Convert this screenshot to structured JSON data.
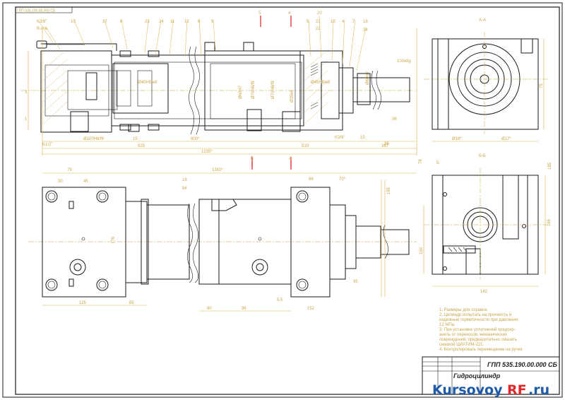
{
  "labels": {
    "top_callouts": [
      "K3/8\"",
      "B отв.",
      "10",
      "17",
      "6",
      "23",
      "24",
      "11",
      "12",
      "8",
      "9",
      "5",
      "4",
      "5",
      "21",
      "20",
      "22",
      "13",
      "4",
      "7",
      "18",
      "24"
    ],
    "section_marks": [
      "Б",
      "А",
      "Б",
      "А"
    ],
    "section_AA": "А-А",
    "section_BB": "Б-Б",
    "left_marks": [
      "3",
      "1"
    ],
    "diam_labels": [
      "Ø40H8/e8",
      "Ø60H7",
      "Ø70H8/f8",
      "Ø70H8/f8",
      "Ø35k6",
      "Ø60H7",
      "Ø45H8/e8",
      "100x8g"
    ],
    "bottom_dims_1": [
      "K1/2\"",
      "Ø100H8/f8",
      "15",
      "1235*",
      "925",
      "600*",
      "510",
      "K3/8\"",
      "15",
      "387"
    ],
    "side_dims": [
      "36",
      "36",
      "Ø18*",
      "Ø17*",
      "75"
    ],
    "plan_dims": [
      "79",
      "30",
      "45",
      "1350*",
      "66",
      "70*",
      "185",
      "16",
      "94",
      "176",
      "125",
      "85",
      "80",
      "96",
      "152",
      "5.5",
      "95"
    ],
    "bb_dims": [
      "78",
      "185",
      "150",
      "165",
      "142"
    ]
  },
  "notes": [
    "1. Размеры для справок.",
    "2. Цилиндр испытать на прочность и",
    "надежные герметичности при давлении",
    "12 МПа.",
    "3. При установке уплотнений предохр-",
    "анять от перекосов, механических",
    "повреждений, предварительно смазать",
    "смазкой ЦИАТИМ-221.",
    "4. Контролировать перемещение на ручке"
  ],
  "title_block": {
    "code": "ГПП 535.190.00.000 СБ",
    "name": "Гидроцилиндр"
  },
  "top_left_stamp": "ГПП 535.190.00.000 СБ",
  "watermark": {
    "part1": "Kursovoy",
    "part2": "RF",
    "part3": ".ru"
  }
}
